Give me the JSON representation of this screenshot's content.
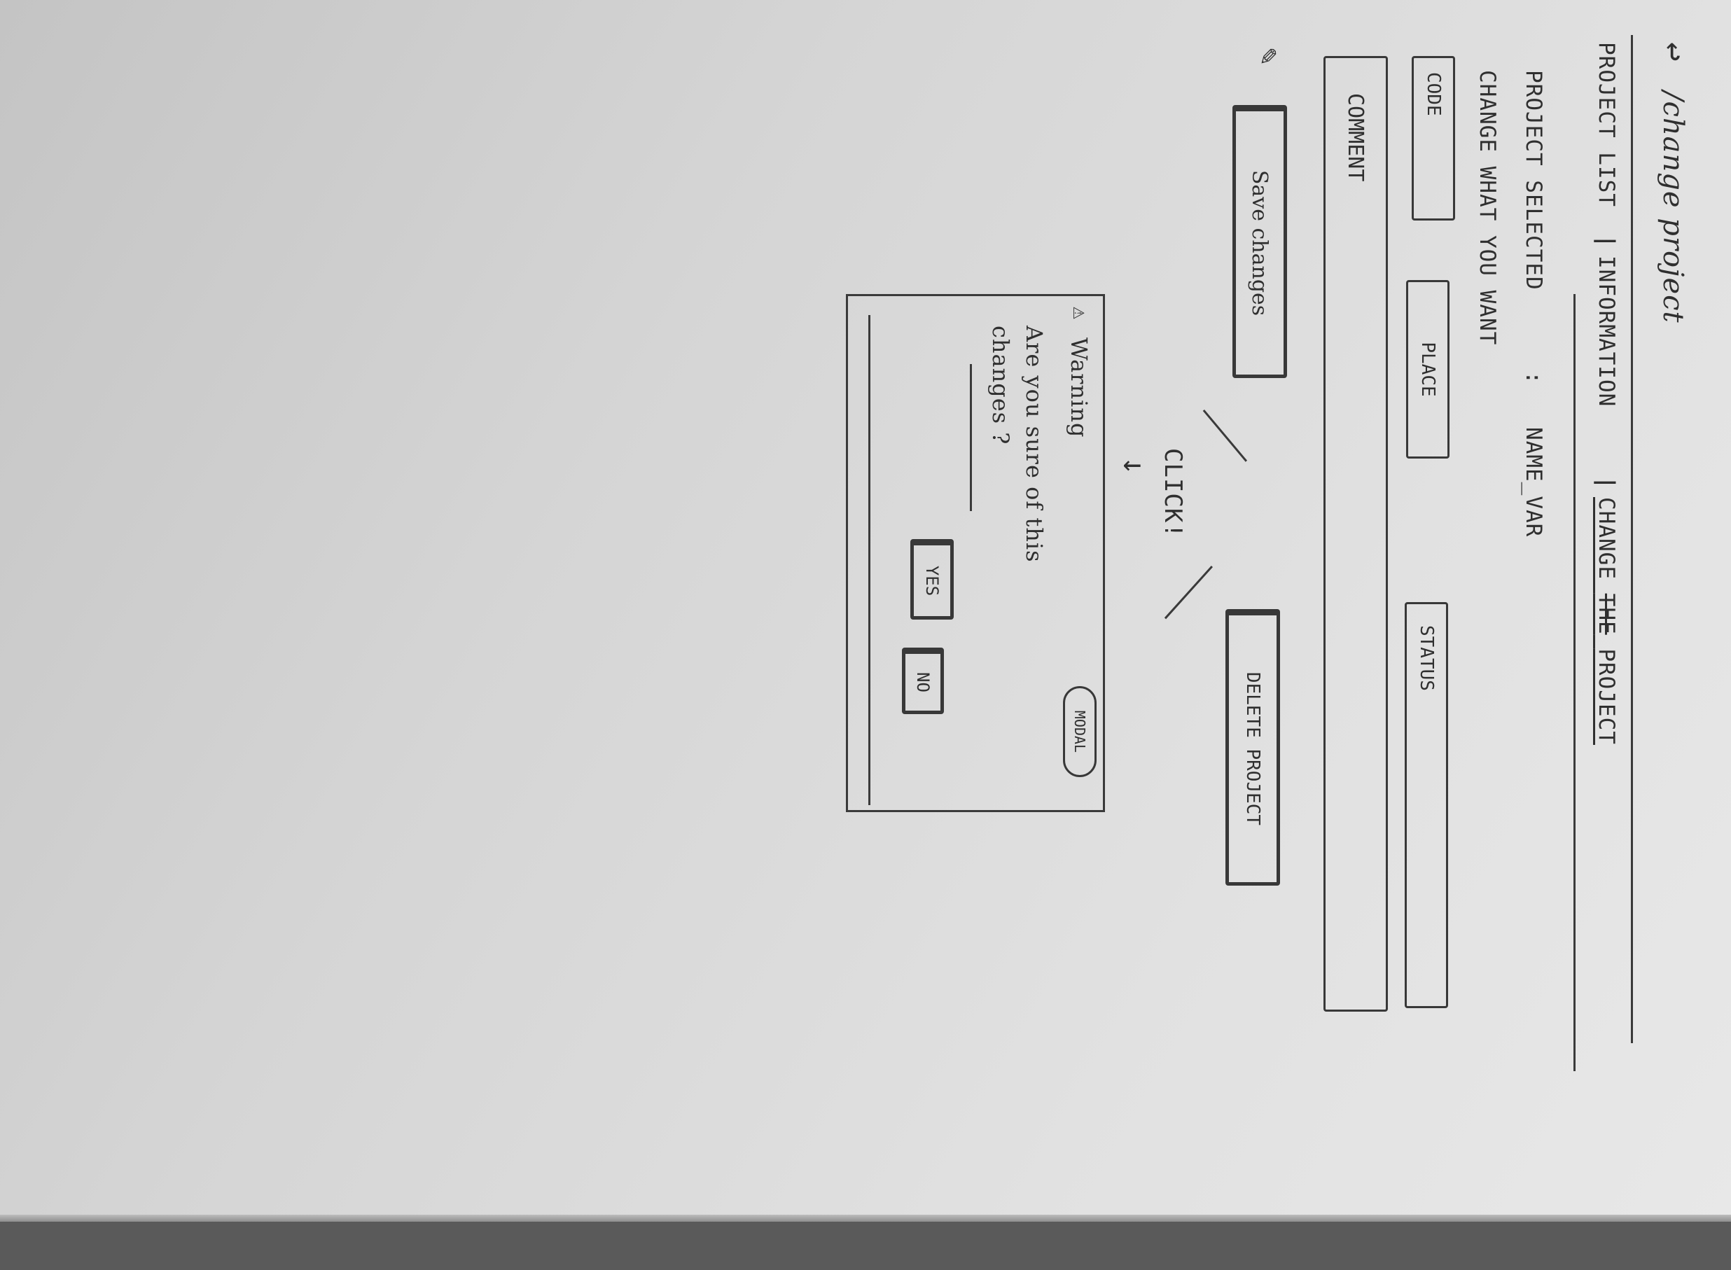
{
  "url_path": "/change project",
  "nav": {
    "item1": "PROJECT LIST",
    "item2": "INFORMATION",
    "item3": "CHANGE",
    "item3_struck": "THE",
    "item3_tail": "PROJECT"
  },
  "project_selected": {
    "label": "PROJECT SELECTED",
    "value": "NAME_VAR"
  },
  "instructions": "CHANGE WHAT YOU WANT",
  "fields": {
    "code": "CODE",
    "place": "PLACE",
    "status": "STATUS",
    "comment": "COMMENT"
  },
  "buttons": {
    "save": "Save changes",
    "delete": "DELETE PROJECT"
  },
  "annotation": {
    "click": "CLICK!"
  },
  "modal": {
    "title": "Warning",
    "message_line1": "Are you sure of this",
    "message_line2": "changes ?",
    "tag": "MODAL",
    "yes": "YES",
    "no": "NO"
  }
}
